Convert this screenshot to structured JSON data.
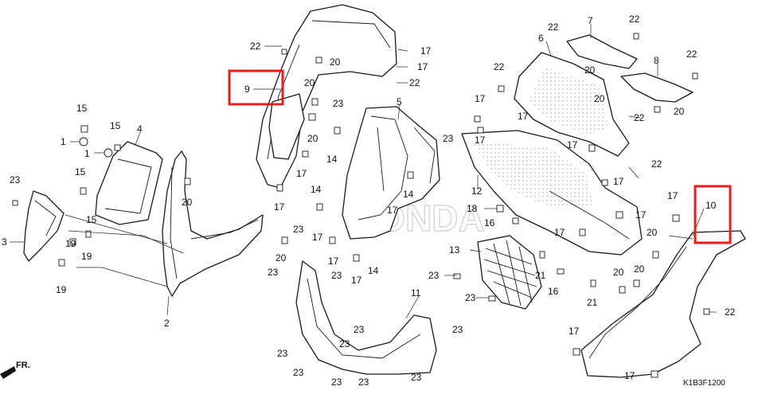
{
  "diagram_code": "K1B3F1200",
  "direction_label": "FR.",
  "watermark": "HONDA",
  "highlight_color": "#e02020",
  "highlighted_parts": [
    "9",
    "10"
  ],
  "labels": [
    {
      "id": "l9",
      "text": "9"
    },
    {
      "id": "l10",
      "text": "10"
    },
    {
      "id": "l1",
      "text": "1"
    },
    {
      "id": "l1b",
      "text": "1"
    },
    {
      "id": "l2",
      "text": "2"
    },
    {
      "id": "l3",
      "text": "3"
    },
    {
      "id": "l4",
      "text": "4"
    },
    {
      "id": "l5",
      "text": "5"
    },
    {
      "id": "l6",
      "text": "6"
    },
    {
      "id": "l7",
      "text": "7"
    },
    {
      "id": "l8",
      "text": "8"
    },
    {
      "id": "l11",
      "text": "11"
    },
    {
      "id": "l12",
      "text": "12"
    },
    {
      "id": "l13",
      "text": "13"
    },
    {
      "id": "l14a",
      "text": "14"
    },
    {
      "id": "l14b",
      "text": "14"
    },
    {
      "id": "l14c",
      "text": "14"
    },
    {
      "id": "l14d",
      "text": "14"
    },
    {
      "id": "l15a",
      "text": "15"
    },
    {
      "id": "l15b",
      "text": "15"
    },
    {
      "id": "l15c",
      "text": "15"
    },
    {
      "id": "l15d",
      "text": "15"
    },
    {
      "id": "l16",
      "text": "16"
    },
    {
      "id": "l16b",
      "text": "16"
    },
    {
      "id": "l17a",
      "text": "17"
    },
    {
      "id": "l17b",
      "text": "17"
    },
    {
      "id": "l17c",
      "text": "17"
    },
    {
      "id": "l17d",
      "text": "17"
    },
    {
      "id": "l17e",
      "text": "17"
    },
    {
      "id": "l17f",
      "text": "17"
    },
    {
      "id": "l17g",
      "text": "17"
    },
    {
      "id": "l17h",
      "text": "17"
    },
    {
      "id": "l17i",
      "text": "17"
    },
    {
      "id": "l17j",
      "text": "17"
    },
    {
      "id": "l17k",
      "text": "17"
    },
    {
      "id": "l17l",
      "text": "17"
    },
    {
      "id": "l17m",
      "text": "17"
    },
    {
      "id": "l17n",
      "text": "17"
    },
    {
      "id": "l17o",
      "text": "17"
    },
    {
      "id": "l17p",
      "text": "17"
    },
    {
      "id": "l17q",
      "text": "17"
    },
    {
      "id": "l17r",
      "text": "17"
    },
    {
      "id": "l18",
      "text": "18"
    },
    {
      "id": "l19a",
      "text": "19"
    },
    {
      "id": "l19b",
      "text": "19"
    },
    {
      "id": "l19c",
      "text": "19"
    },
    {
      "id": "l20a",
      "text": "20"
    },
    {
      "id": "l20b",
      "text": "20"
    },
    {
      "id": "l20c",
      "text": "20"
    },
    {
      "id": "l20d",
      "text": "20"
    },
    {
      "id": "l20e",
      "text": "20"
    },
    {
      "id": "l20f",
      "text": "20"
    },
    {
      "id": "l20g",
      "text": "20"
    },
    {
      "id": "l20h",
      "text": "20"
    },
    {
      "id": "l20i",
      "text": "20"
    },
    {
      "id": "l20j",
      "text": "20"
    },
    {
      "id": "l20k",
      "text": "20"
    },
    {
      "id": "l21a",
      "text": "21"
    },
    {
      "id": "l21b",
      "text": "21"
    },
    {
      "id": "l22a",
      "text": "22"
    },
    {
      "id": "l22b",
      "text": "22"
    },
    {
      "id": "l22c",
      "text": "22"
    },
    {
      "id": "l22d",
      "text": "22"
    },
    {
      "id": "l22e",
      "text": "22"
    },
    {
      "id": "l22f",
      "text": "22"
    },
    {
      "id": "l22g",
      "text": "22"
    },
    {
      "id": "l22h",
      "text": "22"
    },
    {
      "id": "l22i",
      "text": "22"
    },
    {
      "id": "l23a",
      "text": "23"
    },
    {
      "id": "l23b",
      "text": "23"
    },
    {
      "id": "l23c",
      "text": "23"
    },
    {
      "id": "l23d",
      "text": "23"
    },
    {
      "id": "l23e",
      "text": "23"
    },
    {
      "id": "l23f",
      "text": "23"
    },
    {
      "id": "l23g",
      "text": "23"
    },
    {
      "id": "l23h",
      "text": "23"
    },
    {
      "id": "l23i",
      "text": "23"
    },
    {
      "id": "l23j",
      "text": "23"
    },
    {
      "id": "l23k",
      "text": "23"
    },
    {
      "id": "l23l",
      "text": "23"
    },
    {
      "id": "l23m",
      "text": "23"
    },
    {
      "id": "l23n",
      "text": "23"
    },
    {
      "id": "l23o",
      "text": "23"
    },
    {
      "id": "l23p",
      "text": "23"
    }
  ]
}
